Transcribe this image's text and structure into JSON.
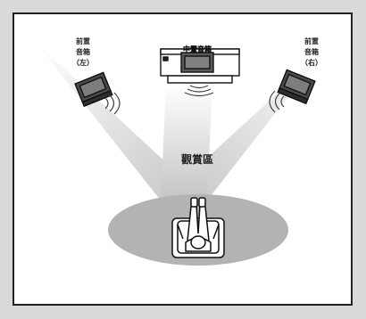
{
  "front_left_speaker": {
    "line1": "前置",
    "line2": "音箱",
    "line3": "（左）"
  },
  "center_speaker": {
    "label": "中置音箱"
  },
  "front_right_speaker": {
    "line1": "前置",
    "line2": "音箱",
    "line3": "（右）"
  },
  "viewing_area": {
    "label": "觀賞區"
  },
  "colors": {
    "background": "#d9d9d9",
    "room": "#ffffff",
    "sound_field": "#c6c6c6",
    "seating_area": "#b3b3b3"
  }
}
